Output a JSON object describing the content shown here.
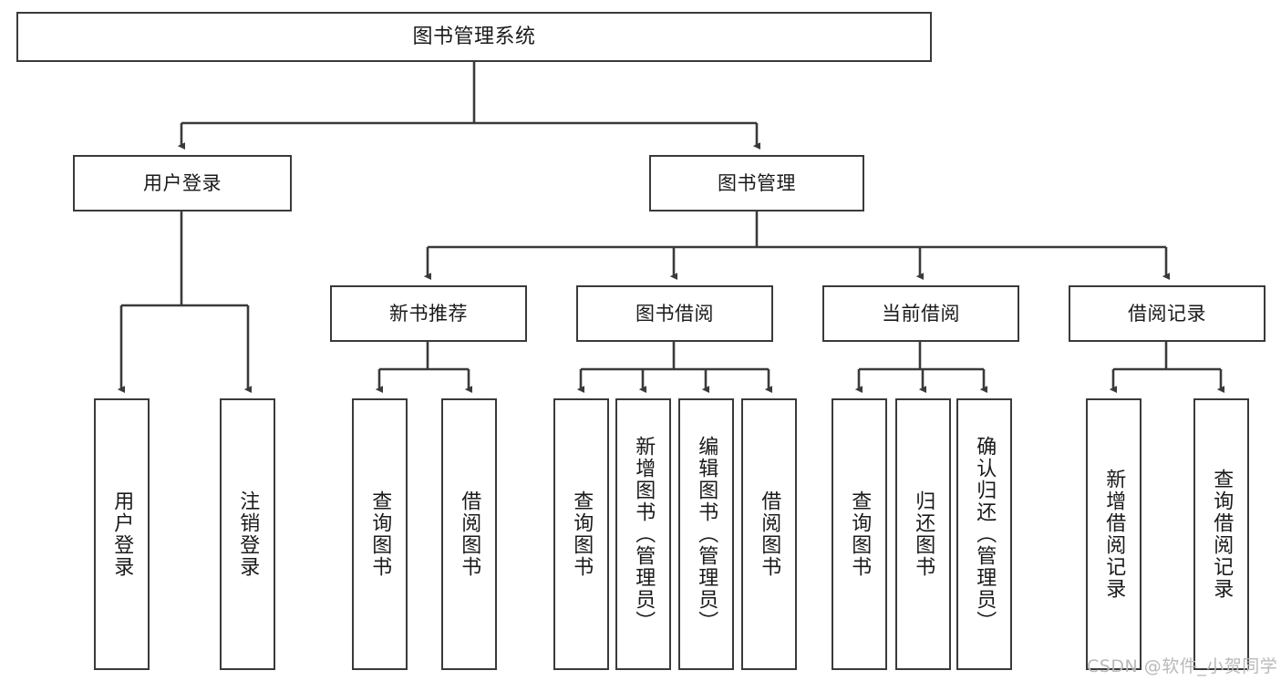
{
  "diagram": {
    "title": "图书管理系统",
    "type": "tree-hierarchy",
    "watermark": "CSDN @软件_小贺同学",
    "colors": {
      "stroke": "#3a3a3a",
      "background": "#ffffff",
      "text": "#1a1a1a",
      "watermark": "#b9b9b9"
    },
    "nodes": {
      "root": {
        "label": "图书管理系统"
      },
      "level2": [
        {
          "id": "user-login",
          "label": "用户登录"
        },
        {
          "id": "book-manage",
          "label": "图书管理"
        }
      ],
      "level3": [
        {
          "id": "new-book-recommend",
          "label": "新书推荐"
        },
        {
          "id": "book-borrow",
          "label": "图书借阅"
        },
        {
          "id": "current-borrow",
          "label": "当前借阅"
        },
        {
          "id": "borrow-record",
          "label": "借阅记录"
        }
      ],
      "leaves": {
        "user_login": [
          {
            "id": "leaf-user-login",
            "label": "用户登录"
          },
          {
            "id": "leaf-logout",
            "label": "注销登录"
          }
        ],
        "new_book_recommend": [
          {
            "id": "leaf-query-book-1",
            "label": "查询图书"
          },
          {
            "id": "leaf-borrow-book-1",
            "label": "借阅图书"
          }
        ],
        "book_borrow": [
          {
            "id": "leaf-query-book-2",
            "label": "查询图书"
          },
          {
            "id": "leaf-add-book",
            "label": "新增图书（管理员）"
          },
          {
            "id": "leaf-edit-book",
            "label": "编辑图书（管理员）"
          },
          {
            "id": "leaf-borrow-book-2",
            "label": "借阅图书"
          }
        ],
        "current_borrow": [
          {
            "id": "leaf-query-book-3",
            "label": "查询图书"
          },
          {
            "id": "leaf-return-book",
            "label": "归还图书"
          },
          {
            "id": "leaf-confirm-return",
            "label": "确认归还（管理员）"
          }
        ],
        "borrow_record": [
          {
            "id": "leaf-add-record",
            "label": "新增借阅记录"
          },
          {
            "id": "leaf-query-record",
            "label": "查询借阅记录"
          }
        ]
      }
    }
  }
}
